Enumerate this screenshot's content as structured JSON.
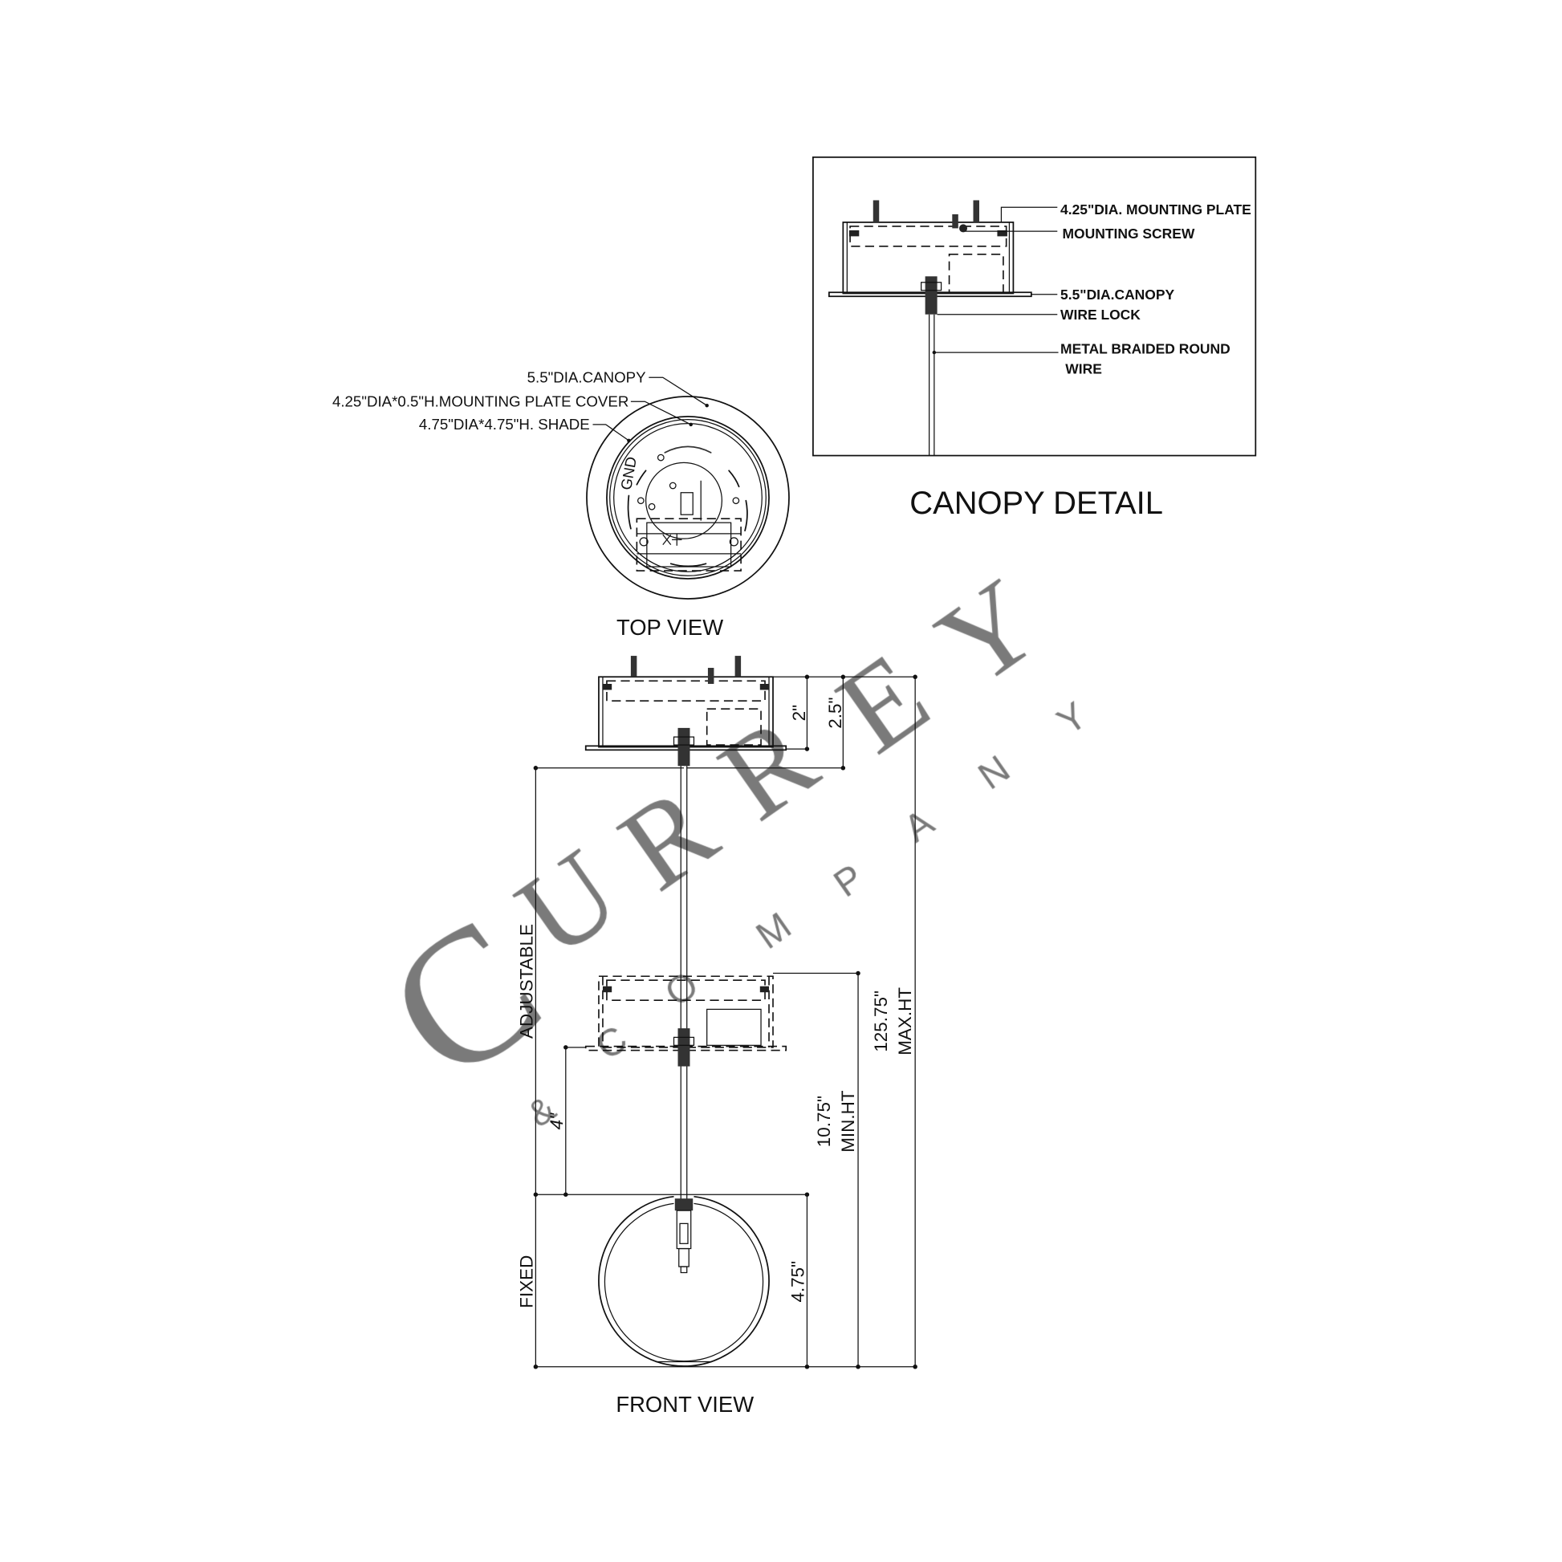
{
  "canopy_detail": {
    "title": "CANOPY DETAIL",
    "labels": {
      "mounting_plate": "4.25\"DIA. MOUNTING PLATE",
      "mounting_screw": "MOUNTING SCREW",
      "canopy": "5.5\"DIA.CANOPY",
      "wire_lock": "WIRE LOCK",
      "wire_line1": "METAL BRAIDED ROUND",
      "wire_line2": "WIRE"
    }
  },
  "top_view": {
    "title": "TOP VIEW",
    "labels": {
      "canopy": "5.5\"DIA.CANOPY",
      "plate_cover": "4.25\"DIA*0.5\"H.MOUNTING PLATE  COVER",
      "shade": "4.75\"DIA*4.75\"H. SHADE"
    },
    "gnd_mark": "GND"
  },
  "front_view": {
    "title": "FRONT VIEW",
    "dimensions": {
      "canopy_height": "2\"",
      "canopy_total": "2.5\"",
      "adjustable": "ADJUSTABLE",
      "fixed": "FIXED",
      "four": "4\"",
      "shade_height": "4.75\"",
      "min_value": "10.75\"",
      "min_label": "MIN.HT",
      "max_value": "125.75\"",
      "max_label": "MAX.HT"
    }
  },
  "watermark": {
    "initial": "C",
    "brand_rest": "URREY",
    "amp": "&",
    "company": "COMPANY",
    "color": "#7a7a7a"
  }
}
